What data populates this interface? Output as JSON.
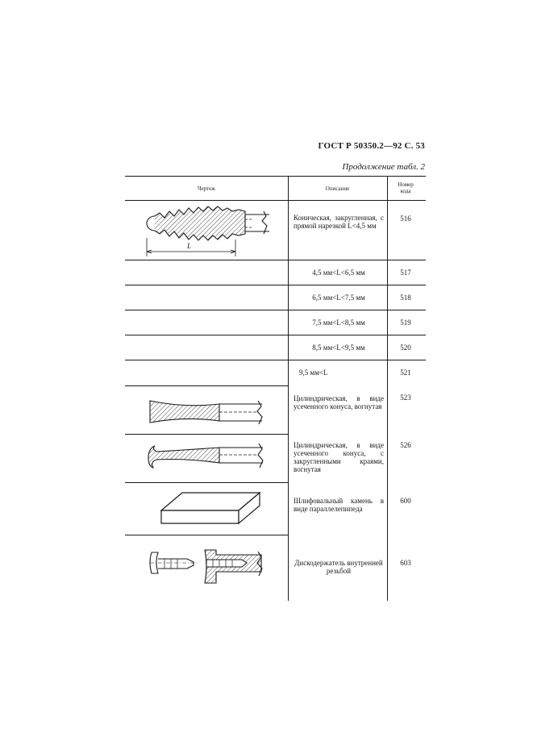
{
  "header": {
    "doc_code": "ГОСТ Р 50350.2—92 С. 53",
    "continuation": "Продолжение табл. 2"
  },
  "table": {
    "columns": [
      "Чертеж",
      "Описание",
      "Номер кода"
    ],
    "rows": [
      {
        "description": "Коническая, закругленная, с прямой нарезкой L<4,5 мм",
        "code": "516",
        "drawing": "tapered-rounded-straight-cut-icon",
        "dimension": "L"
      },
      {
        "description": "4,5 мм<L<6,5 мм",
        "code": "517"
      },
      {
        "description": "6,5 мм<L<7,5 мм",
        "code": "518"
      },
      {
        "description": "7,5 мм<L<8,5 мм",
        "code": "519"
      },
      {
        "description": "8,5 мм<L<9,5 мм",
        "code": "520"
      },
      {
        "description": "9,5 мм<L",
        "code": "521"
      },
      {
        "description": "Цилиндрическая, в виде усеченного конуса, вогнутая",
        "code": "523",
        "drawing": "truncated-cone-concave-icon"
      },
      {
        "description": "Цилиндрическая, в виде усеченного конуса, с закругленными краями, вогнутая",
        "code": "526",
        "drawing": "truncated-cone-rounded-edges-icon"
      },
      {
        "description": "Шлифовальный камень в виде параллелепипеда",
        "code": "600",
        "drawing": "grinding-stone-parallelepiped-icon"
      },
      {
        "description": "Дискодержатель внутренней резьбой",
        "code": "603",
        "drawing": "disc-holder-internal-thread-icon"
      }
    ]
  }
}
